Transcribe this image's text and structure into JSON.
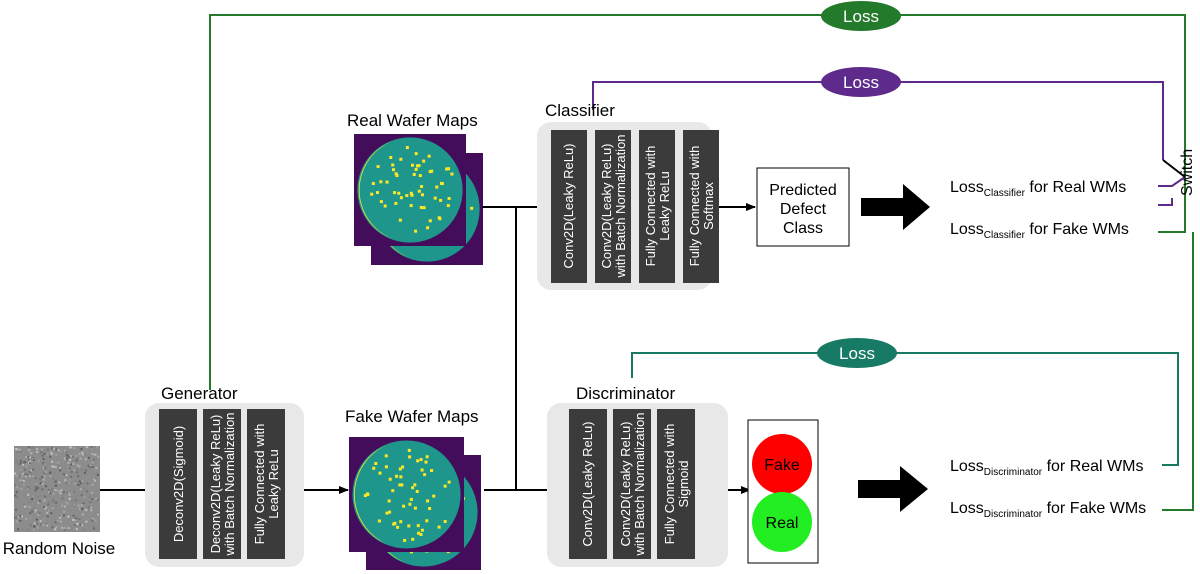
{
  "colors": {
    "generator_loss": "#237a2a",
    "classifier_loss": "#5e2a8c",
    "discriminator_loss": "#167a64",
    "layer_bg": "#3b3b3b",
    "module_bg": "#e8e8e8",
    "fake_light": "#ff0000",
    "real_light": "#22ee22",
    "wafer_outer": "#440d5c",
    "wafer_inner": "#1f968b",
    "wafer_defect": "#fde725"
  },
  "noise": {
    "label": "Random Noise"
  },
  "generator": {
    "title": "Generator",
    "layers": [
      "Deconv2D(Sigmoid)",
      "Deconv2D(Leaky ReLu)",
      "with Batch Normalization",
      "Fully Connected with",
      "Leaky ReLu"
    ]
  },
  "real_maps": {
    "label": "Real Wafer Maps"
  },
  "fake_maps": {
    "label": "Fake Wafer Maps"
  },
  "classifier": {
    "title": "Classifier",
    "layers": [
      "Conv2D(Leaky ReLu)",
      "Conv2D(Leaky ReLu)",
      "with Batch Normalization",
      "Fully Connected with",
      "Leaky ReLu",
      "Fully Connected with",
      "Softmax"
    ]
  },
  "discriminator": {
    "title": "Discriminator",
    "layers": [
      "Conv2D(Leaky ReLu)",
      "Conv2D(Leaky ReLu)",
      "with Batch Normalization",
      "Fully Connected with",
      "Sigmoid"
    ]
  },
  "predicted": {
    "line1": "Predicted",
    "line2": "Defect",
    "line3": "Class"
  },
  "lights": {
    "fake": "Fake",
    "real": "Real"
  },
  "loss_badges": {
    "generator": "Loss",
    "classifier": "Loss",
    "discriminator": "Loss"
  },
  "switch_label": "Switch",
  "losses": {
    "loss_word": "Loss",
    "classifier_sub": "Classifier",
    "discriminator_sub": "Discriminator",
    "real_suffix": " for Real WMs",
    "fake_suffix": " for Fake WMs"
  }
}
